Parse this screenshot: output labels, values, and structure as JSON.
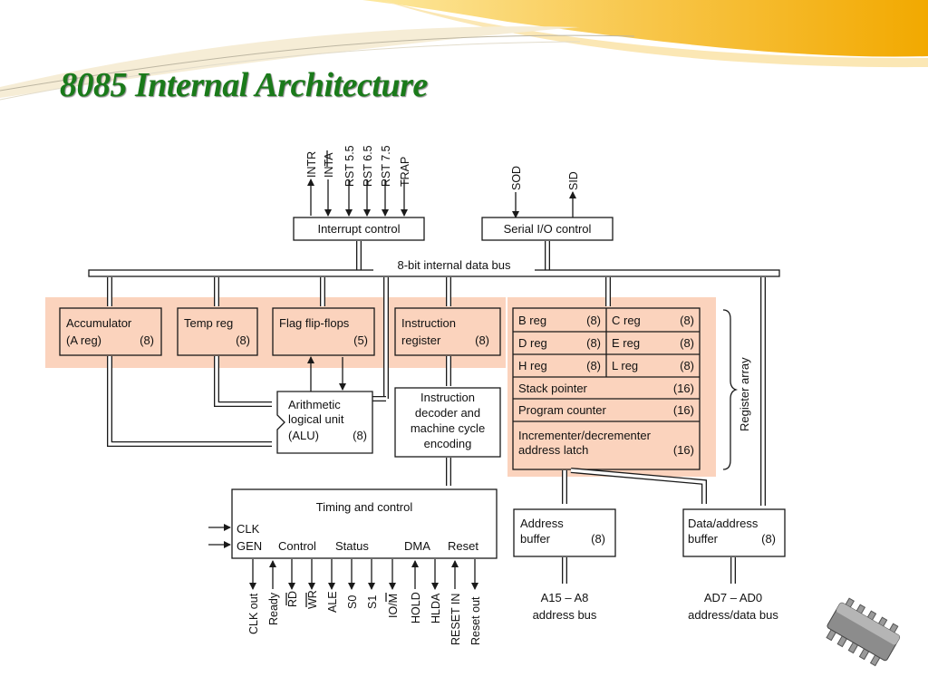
{
  "slide": {
    "title": "8085 Internal Architecture"
  },
  "diagram": {
    "interrupt_signals": [
      "INTR",
      "INTA",
      "RST 5.5",
      "RST 6.5",
      "RST 7.5",
      "TRAP"
    ],
    "serial_signals": [
      "SOD",
      "SID"
    ],
    "interrupt_control": "Interrupt control",
    "serial_io_control": "Serial I/O control",
    "data_bus": "8-bit internal data bus",
    "accumulator": {
      "line1": "Accumulator",
      "line2": "(A reg)",
      "size": "(8)"
    },
    "temp_reg": {
      "line1": "Temp reg",
      "size": "(8)"
    },
    "flag_flip_flops": {
      "line1": "Flag flip-flops",
      "size": "(5)"
    },
    "instruction_register": {
      "line1": "Instruction",
      "line2": "register",
      "size": "(8)"
    },
    "alu": {
      "line1": "Arithmetic",
      "line2": "logical unit",
      "line3": "(ALU)",
      "size": "(8)"
    },
    "decoder": {
      "line1": "Instruction",
      "line2": "decoder and",
      "line3": "machine cycle",
      "line4": "encoding"
    },
    "registers": [
      {
        "left": "B reg",
        "left_size": "(8)",
        "right": "C reg",
        "right_size": "(8)"
      },
      {
        "left": "D reg",
        "left_size": "(8)",
        "right": "E reg",
        "right_size": "(8)"
      },
      {
        "left": "H reg",
        "left_size": "(8)",
        "right": "L reg",
        "right_size": "(8)"
      }
    ],
    "stack_pointer": {
      "label": "Stack pointer",
      "size": "(16)"
    },
    "program_counter": {
      "label": "Program counter",
      "size": "(16)"
    },
    "inc_dec_latch": {
      "line1": "Incrementer/decrementer",
      "line2": "address latch",
      "size": "(16)"
    },
    "register_array": "Register array",
    "timing_control": {
      "title": "Timing and control",
      "clk": "CLK",
      "gen": "GEN",
      "control": "Control",
      "status": "Status",
      "dma": "DMA",
      "reset": "Reset"
    },
    "timing_signals": [
      "CLK out",
      "Ready",
      "RD",
      "WR",
      "ALE",
      "S0",
      "S1",
      "IO/M",
      "HOLD",
      "HLDA",
      "RESET IN",
      "Reset out"
    ],
    "address_buffer": {
      "line1": "Address",
      "line2": "buffer",
      "size": "(8)"
    },
    "data_address_buffer": {
      "line1": "Data/address",
      "line2": "buffer",
      "size": "(8)"
    },
    "address_bus": {
      "label": "A15 – A8",
      "sub": "address bus"
    },
    "data_address_bus": {
      "label": "AD7 – AD0",
      "sub": "address/data bus"
    }
  },
  "colors": {
    "title": "#1a7a1a",
    "highlight": "#fbd3bd",
    "swoosh": "#f5b800"
  }
}
